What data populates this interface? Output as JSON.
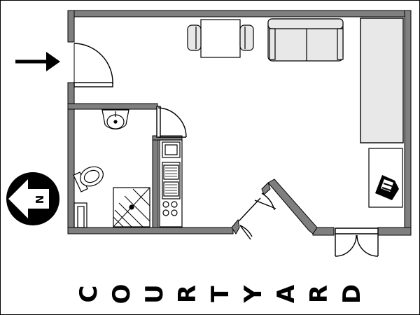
{
  "plan": {
    "courtyard_letters": [
      "C",
      "O",
      "U",
      "R",
      "T",
      "Y",
      "A",
      "R",
      "D"
    ],
    "compass_letter": "N"
  },
  "colors": {
    "wall": "#7f7f7f",
    "wall_outline": "#000000",
    "furniture_fill": "#e8e8e8",
    "background": "#ffffff"
  },
  "icons": [
    "entry-arrow-icon",
    "north-compass-icon",
    "telephone-icon"
  ]
}
